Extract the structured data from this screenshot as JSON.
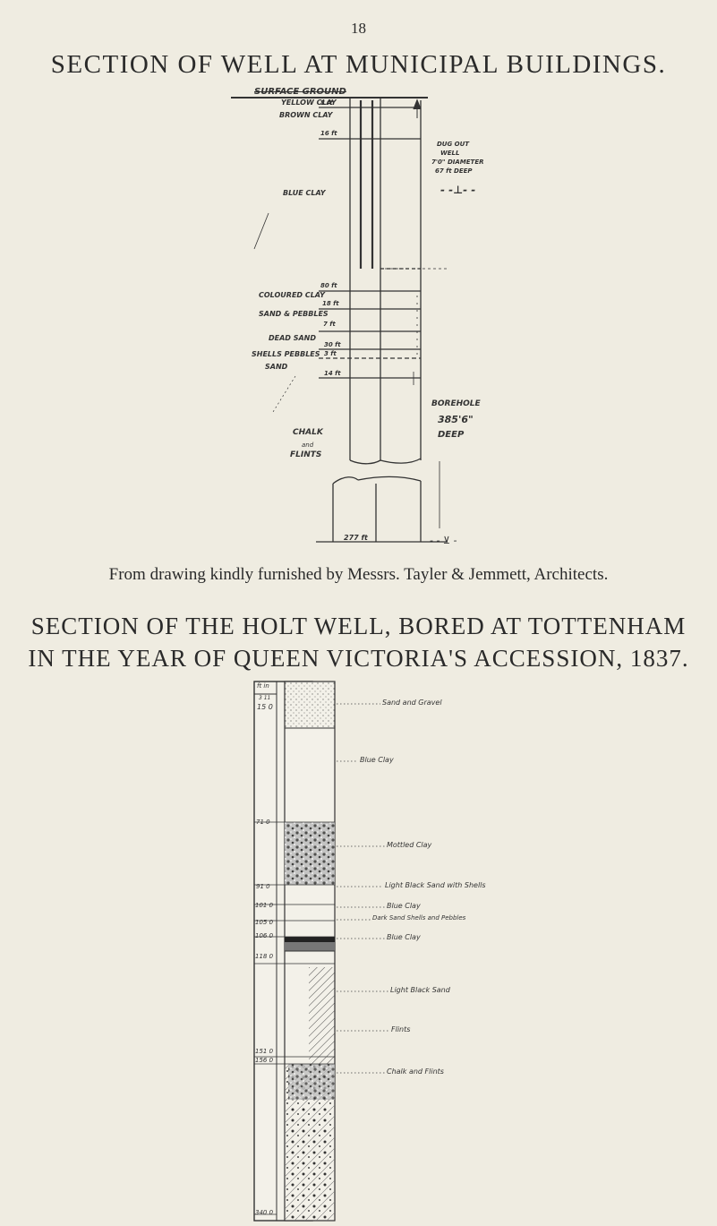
{
  "page_number": "18",
  "title_1": "SECTION OF WELL AT MUNICIPAL BUILDINGS.",
  "caption": "From drawing kindly furnished by Messrs. Tayler & Jemmett, Architects.",
  "title_2_line1": "SECTION OF THE HOLT WELL, BORED AT TOTTENHAM",
  "title_2_line2": "IN THE YEAR OF QUEEN VICTORIA'S ACCESSION, 1837.",
  "well1": {
    "surface_label": "SURFACE GROUND",
    "strata_labels": [
      "YELLOW CLAY",
      "BROWN CLAY",
      "BLUE CLAY",
      "COLOURED CLAY",
      "SAND & PEBBLES",
      "DEAD SAND",
      "SHELLS PEBBLES",
      "SAND",
      "CHALK",
      "and",
      "FLINTS"
    ],
    "depth_labels": [
      "8 ft",
      "16 ft",
      "80 ft",
      "18 ft",
      "7 ft",
      "30 ft",
      "3 ft",
      "14 ft",
      "277 ft"
    ],
    "dug_label": [
      "DUG OUT",
      "WELL",
      "7'0\" DIAMETER",
      "67 ft DEEP"
    ],
    "borehole_label": [
      "BOREHOLE",
      "385'6\"",
      "DEEP"
    ]
  },
  "well2": {
    "depth_labels": [
      "ft in",
      "3 11",
      "15 0",
      "71 0",
      "91 0",
      "101 0",
      "105 0",
      "106 0",
      "118 0",
      "151 0",
      "156 0",
      "340 0"
    ],
    "strata_labels": [
      "Sand and Gravel",
      "Blue Clay",
      "Mottled Clay",
      "Light Black Sand with Shells",
      "Blue Clay",
      "Dark Sand Shells and Pebbles",
      "Blue Clay",
      "Light Black Sand",
      "Flints",
      "Chalk and Flints"
    ]
  }
}
